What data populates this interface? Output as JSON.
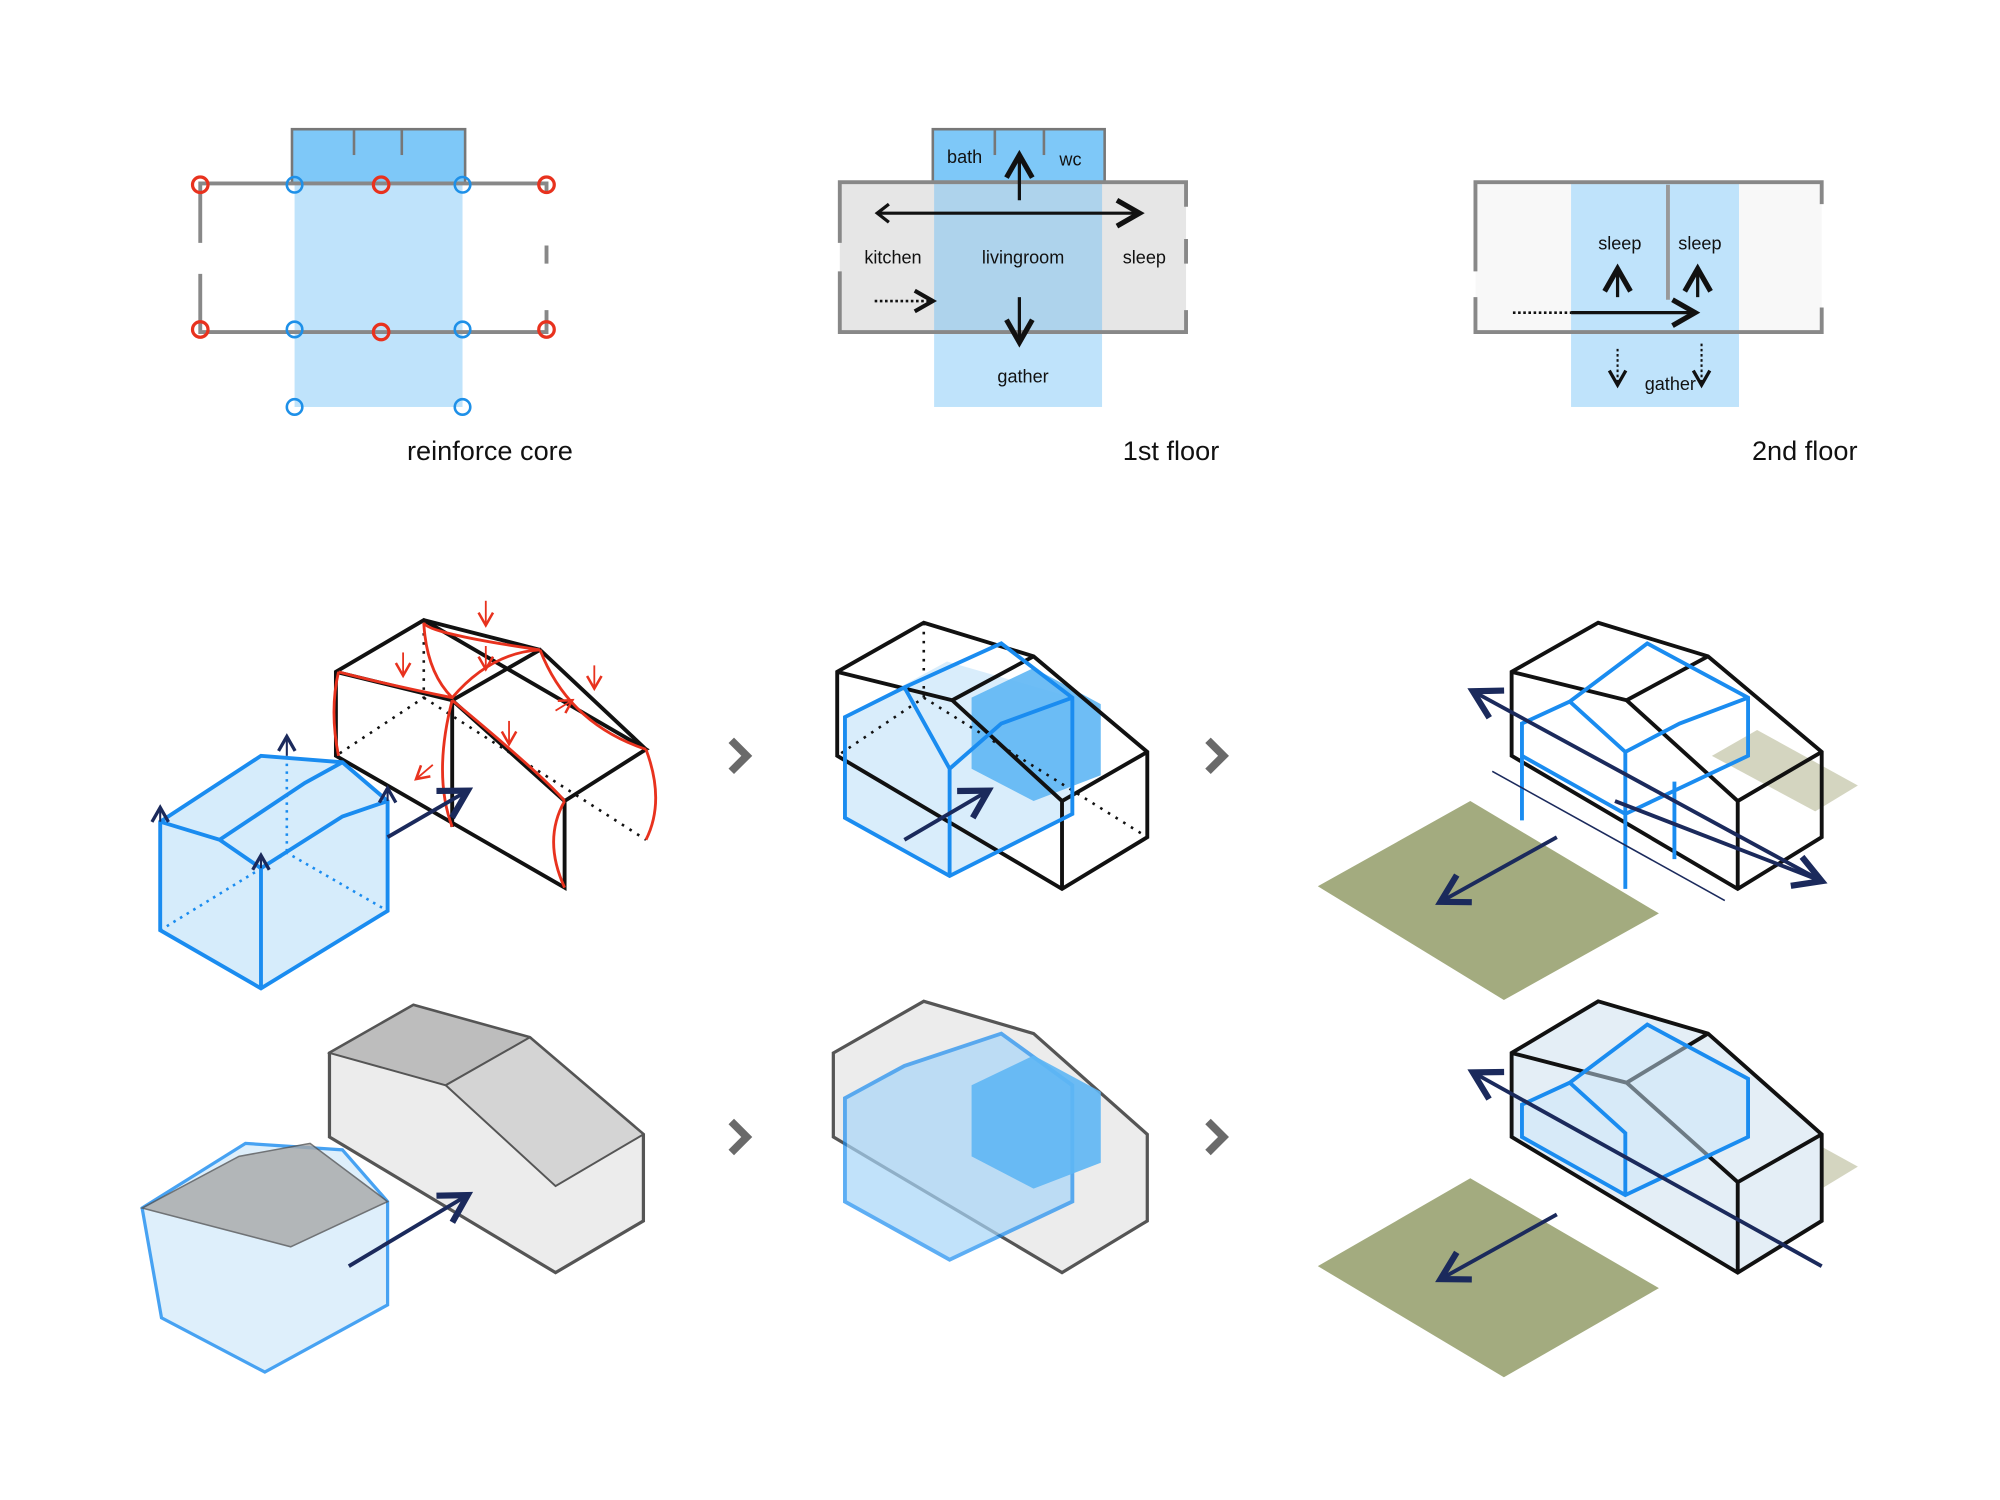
{
  "plans": {
    "reinforce_core": {
      "caption": "reinforce core"
    },
    "first_floor": {
      "caption": "1st floor",
      "rooms": {
        "bath": "bath",
        "wc": "wc",
        "kitchen": "kitchen",
        "livingroom": "livingroom",
        "sleep": "sleep",
        "gather": "gather"
      }
    },
    "second_floor": {
      "caption": "2nd floor",
      "rooms": {
        "sleep_left": "sleep",
        "sleep_right": "sleep",
        "gather": "gather"
      }
    }
  },
  "colors": {
    "core_blue_dark": "#7ec8f8",
    "core_blue_light": "#bfe3fb",
    "overlap_blue": "#aed3ec",
    "reinforce_red": "#e8321e",
    "node_blue": "#1e90e8",
    "frame_blue": "#1a8cf0",
    "arrow_navy": "#1b2a5c",
    "ground_olive": "#a3ab7f",
    "chevron_gray": "#6a6a6a"
  },
  "icons": [
    "chevron-right-icon",
    "chevron-right-icon",
    "chevron-right-icon",
    "chevron-right-icon"
  ]
}
